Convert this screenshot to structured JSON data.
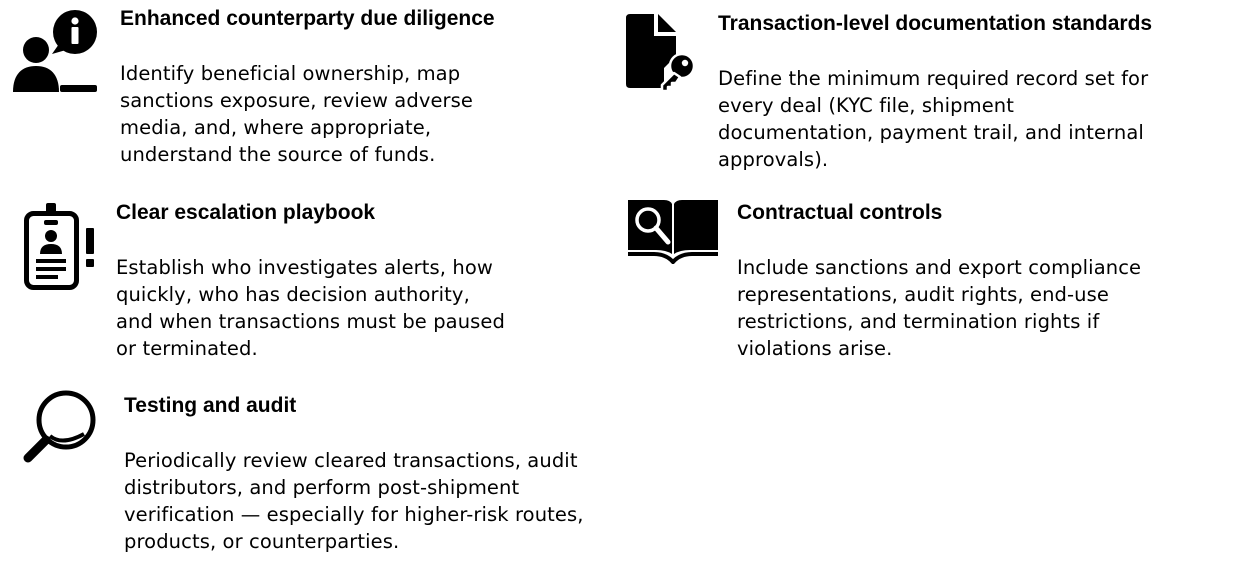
{
  "items": [
    {
      "icon": "user-info-icon",
      "title": "Enhanced counterparty due diligence",
      "description_lines": [
        "Identify beneficial ownership, map",
        "sanctions exposure, review adverse",
        "media, and, where appropriate,",
        "understand the source of funds."
      ]
    },
    {
      "icon": "file-key-icon",
      "title": "Transaction-level documentation standards",
      "description_lines": [
        "Define the minimum required record set for",
        "every deal (KYC file, shipment",
        "documentation, payment trail, and internal",
        "approvals)."
      ]
    },
    {
      "icon": "id-badge-alert-icon",
      "title": "Clear escalation playbook",
      "description_lines": [
        "Establish who investigates alerts, how",
        "quickly, who has decision authority,",
        "and when transactions must be paused",
        "or terminated."
      ]
    },
    {
      "icon": "book-search-icon",
      "title": "Contractual controls",
      "description_lines": [
        "Include sanctions and export compliance",
        "representations, audit rights, end-use",
        "restrictions, and termination rights if",
        "violations arise."
      ]
    },
    {
      "icon": "magnifier-icon",
      "title": "Testing and audit",
      "description_lines": [
        "Periodically review cleared transactions, audit",
        "distributors, and perform post-shipment",
        "verification — especially for higher-risk routes,",
        "products, or counterparties."
      ]
    }
  ]
}
